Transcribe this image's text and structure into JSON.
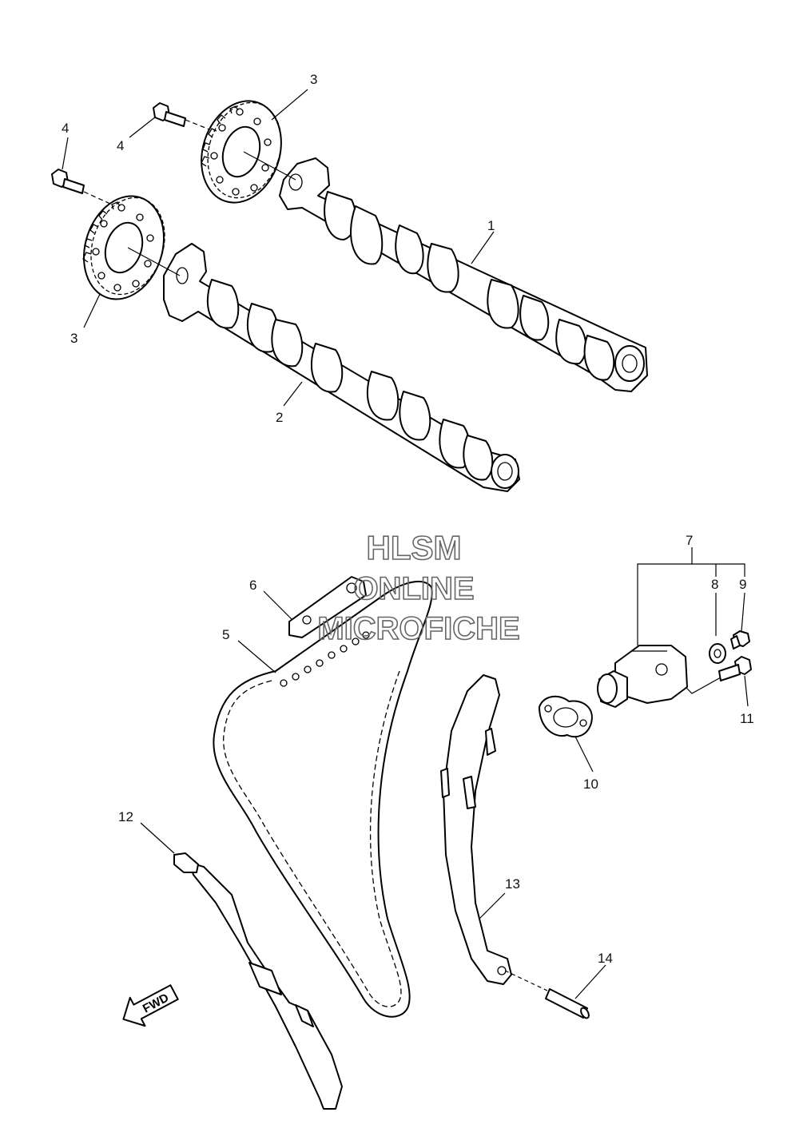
{
  "labels": {
    "p1": "1",
    "p2": "2",
    "p3a": "3",
    "p3b": "3",
    "p4a": "4",
    "p4b": "4",
    "p5": "5",
    "p6": "6",
    "p7": "7",
    "p8": "8",
    "p9": "9",
    "p10": "10",
    "p11": "11",
    "p12": "12",
    "p13": "13",
    "p14": "14"
  },
  "watermark": {
    "line1": "HLSM",
    "line2": "ONLINE",
    "line3": "MICROFICHE"
  },
  "direction_arrow": {
    "text": "FWD",
    "icon": "forward-arrow-icon"
  }
}
